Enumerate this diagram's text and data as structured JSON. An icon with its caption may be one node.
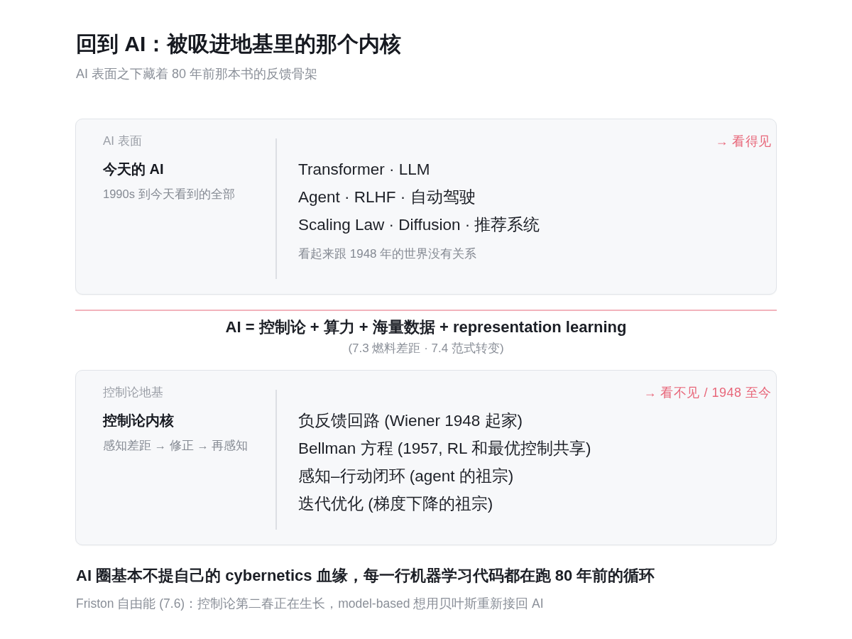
{
  "diagram": {
    "title": "回到 AI：被吸进地基里的那个内核",
    "nodes": [
      {
        "text": [
          "AI 表面",
          "今天的 AI",
          "1990s 到今天看到的全部",
          "→ 看得见",
          "Transformer · LLM",
          "Agent · RLHF · 自动驾驶",
          "Scaling Law · Diffusion · 推荐系统",
          "看起来跟 1948 年的世界没有关系"
        ]
      },
      {
        "text": [
          "控制论地基",
          "控制论内核",
          "感知差距 → 修正 → 再感知",
          "→ 看不见 / 1948 至今",
          "负反馈回路 (Wiener 1948 起家)",
          "Bellman 方程 (1957, RL 和最优控制共享)",
          "感知–行动闭环 (agent 的祖宗)",
          "迭代优化 (梯度下降的祖宗)"
        ]
      }
    ],
    "labels": [
      "AI 表面之下藏着 80 年前那本书的反馈骨架",
      "AI = 控制论 + 算力 + 海量数据 + representation learning",
      "(7.3 燃料差距 · 7.4 范式转变)",
      "AI 圈基本不提自己的 cybernetics 血缘，每一行机器学习代码都在跑 80 年前的循环",
      "Friston 自由能 (7.6)：控制论第二春正在生长，model-based 想用贝叶斯重新接回 AI"
    ]
  }
}
